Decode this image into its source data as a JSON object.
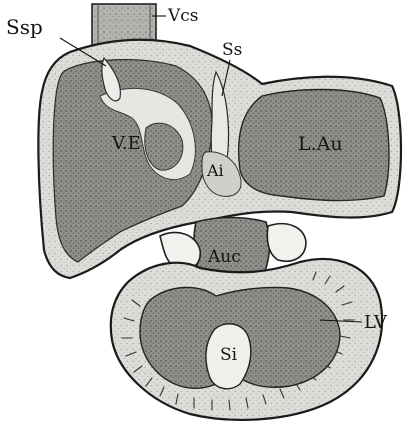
{
  "figure": {
    "labels": {
      "ssp": "Ssp",
      "vcs": "Vcs",
      "ss": "Ss",
      "ve": "V.E",
      "ai": "Ai",
      "lau": "L.Au",
      "auc": "Auc",
      "lv": "LV",
      "si": "Si"
    }
  },
  "colors": {
    "ink": "#141414",
    "wall": "#d9d9d6",
    "cavity": "#8e8e8a",
    "paper": "#ffffff"
  }
}
